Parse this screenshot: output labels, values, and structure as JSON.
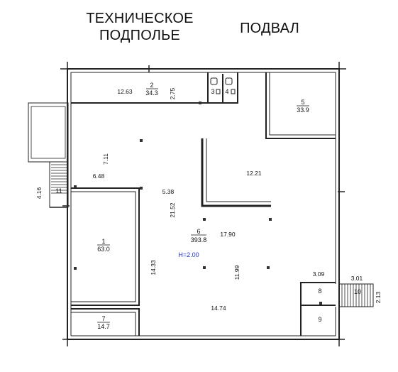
{
  "header": {
    "left_title_line1": "ТЕХНИЧЕСКОЕ",
    "left_title_line2": "ПОДПОЛЬЕ",
    "right_title": "ПОДВАЛ"
  },
  "rooms": [
    {
      "id": "room-2",
      "number": "2",
      "area": "34.3"
    },
    {
      "id": "room-3",
      "number": "3"
    },
    {
      "id": "room-4",
      "number": "4"
    },
    {
      "id": "room-5",
      "number": "5",
      "area": "33.9"
    },
    {
      "id": "room-1",
      "number": "1",
      "area": "63.0"
    },
    {
      "id": "room-6",
      "number": "6",
      "area": "393.8"
    },
    {
      "id": "room-7",
      "number": "7",
      "area": "14.7"
    },
    {
      "id": "room-8",
      "number": "8"
    },
    {
      "id": "room-9",
      "number": "9"
    },
    {
      "id": "room-10",
      "number": "10"
    },
    {
      "id": "room-11",
      "number": "11"
    }
  ],
  "dimensions": {
    "d_12_63": "12.63",
    "d_2_75": "2.75",
    "d_7_11": "7.11",
    "d_6_48": "6.48",
    "d_4_16": "4.16",
    "d_12_21": "12.21",
    "d_5_38": "5.38",
    "d_21_52": "21.52",
    "d_17_90": "17.90",
    "d_14_33": "14.33",
    "d_11_99": "11.99",
    "d_3_09": "3.09",
    "d_3_01": "3.01",
    "d_2_13": "2.13",
    "d_14_74": "14.74"
  },
  "height_label": "H=2.00",
  "colors": {
    "wall": "#222222",
    "height_label": "#2233cc"
  }
}
